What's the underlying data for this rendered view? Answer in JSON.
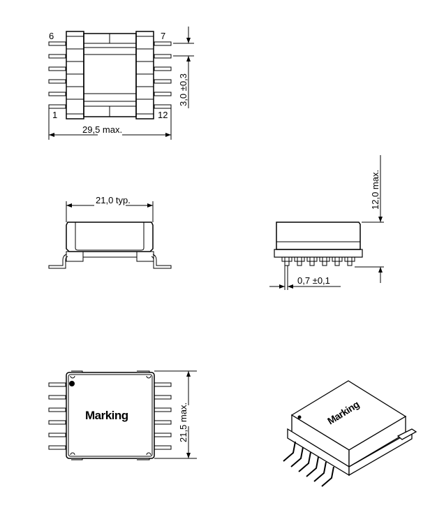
{
  "drawing": {
    "views": {
      "top": {
        "pin_labels": {
          "top_left": "6",
          "top_right": "7",
          "bottom_left": "1",
          "bottom_right": "12"
        },
        "width_dim": "29,5  max.",
        "pitch_dim": "3,0  ±0,3"
      },
      "front": {
        "width_dim": "21,0  typ."
      },
      "side": {
        "height_dim": "12,0  max.",
        "pin_width_dim": "0,7  ±0,1"
      },
      "bottom": {
        "marking_text": "Marking",
        "length_dim": "21,5  max."
      },
      "isometric": {
        "marking_text": "Marking"
      }
    },
    "colors": {
      "line": "#000000",
      "background": "#ffffff",
      "fill": "#ffffff"
    }
  }
}
